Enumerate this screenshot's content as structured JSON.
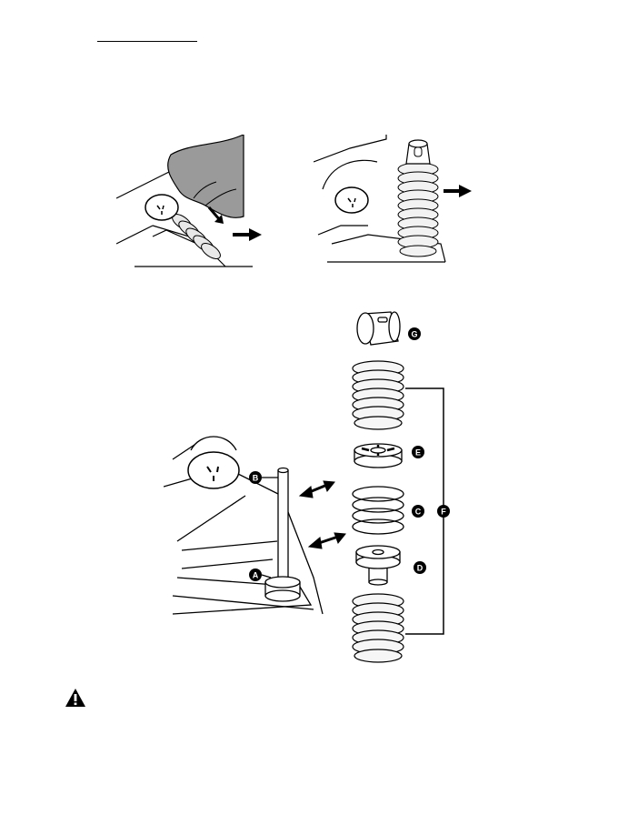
{
  "page": {
    "background": "#ffffff",
    "line_color": "#000000",
    "glove_color": "#9a9a9a"
  },
  "figure_top_left": {
    "arrow_icon": "arrow-right-icon"
  },
  "figure_top_right": {
    "arrow_icon": "arrow-right-icon"
  },
  "figure_bottom": {
    "callouts": {
      "a": "A",
      "b": "B",
      "c": "C",
      "d": "D",
      "e": "E",
      "f": "F",
      "g": "G"
    },
    "arrow_icon": "double-arrow-icon"
  },
  "warning": {
    "icon": "warning-triangle-icon"
  }
}
